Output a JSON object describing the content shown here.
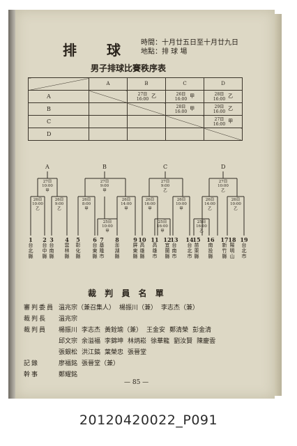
{
  "header": {
    "title": "排 球",
    "time_label": "時間：",
    "time_value": "十月廿五日至十月廿九日",
    "place_label": "地點：",
    "place_value": "排 球 場"
  },
  "table_title": "男子排球比賽秩序表",
  "schedule": {
    "columns": [
      "A",
      "B",
      "C",
      "D"
    ],
    "rows": [
      {
        "label": "A",
        "cells": [
          null,
          {
            "date": "27日",
            "time": "16:00",
            "mark": "乙"
          },
          {
            "date": "26日",
            "time": "16:00",
            "mark": "甲"
          },
          {
            "date": "28日",
            "time": "16:00",
            "mark": "乙"
          }
        ]
      },
      {
        "label": "B",
        "cells": [
          null,
          null,
          {
            "date": "28日",
            "time": "16:00",
            "mark": "甲"
          },
          {
            "date": "29日",
            "time": "16:00",
            "mark": "乙"
          }
        ]
      },
      {
        "label": "C",
        "cells": [
          null,
          null,
          null,
          {
            "date": "27日",
            "time": "16:00",
            "mark": "甲"
          }
        ]
      },
      {
        "label": "D",
        "cells": [
          null,
          null,
          null,
          null
        ]
      }
    ]
  },
  "bracket": {
    "groups": [
      "A",
      "B",
      "C",
      "D"
    ],
    "final_labels": [
      {
        "date": "27日",
        "time": "10:00",
        "mark": "甲"
      },
      {
        "date": "27日",
        "time": "9:00",
        "mark": "甲"
      },
      {
        "date": "27日",
        "time": "9:00",
        "mark": "乙"
      },
      {
        "date": "27日",
        "time": "10:00",
        "mark": "乙"
      }
    ],
    "round1_labels": [
      {
        "date": "26日",
        "time": "10:00",
        "mark": "乙"
      },
      {
        "date": "26日",
        "time": "9:00",
        "mark": "乙"
      },
      {
        "date": "26日",
        "time": "8:00",
        "mark": "甲"
      },
      {
        "date": "26日",
        "time": "14:00",
        "mark": "甲"
      },
      {
        "date": "26日",
        "time": "16:00",
        "mark": "甲"
      },
      {
        "date": "26日",
        "time": "10:00",
        "mark": "甲"
      },
      {
        "date": "26日",
        "time": "14:00",
        "mark": "乙"
      },
      {
        "date": "26日",
        "time": "10:00",
        "mark": "乙"
      }
    ],
    "prelim_labels": [
      {
        "date": "25日",
        "time": "10:00",
        "mark": "甲"
      },
      {
        "date": "25日",
        "time": "16:00",
        "mark": "甲"
      },
      {
        "date": "25日",
        "time": "16:00",
        "mark": "乙"
      }
    ]
  },
  "teams": [
    {
      "num": "1",
      "name": "台北縣"
    },
    {
      "num": "2",
      "name": "台中縣"
    },
    {
      "num": "3",
      "name": "台南縣"
    },
    {
      "num": "4",
      "name": "雲林縣"
    },
    {
      "num": "5",
      "name": "彰化縣"
    },
    {
      "num": "6",
      "name": "台東縣"
    },
    {
      "num": "7",
      "name": "基隆市"
    },
    {
      "num": "8",
      "name": "澎湖縣"
    },
    {
      "num": "9",
      "name": "屏東縣"
    },
    {
      "num": "10",
      "name": "高雄縣"
    },
    {
      "num": "11",
      "name": "高雄市"
    },
    {
      "num": "12",
      "name": "宜蘭縣"
    },
    {
      "num": "13",
      "name": "台南市"
    },
    {
      "num": "14",
      "name": "台北市"
    },
    {
      "num": "15",
      "name": "苗栗縣"
    },
    {
      "num": "16",
      "name": "南投縣"
    },
    {
      "num": "17",
      "name": "新竹縣"
    },
    {
      "num": "18",
      "name": "陽明山"
    },
    {
      "num": "19",
      "name": "台北市"
    }
  ],
  "officials": {
    "title": "裁 判 員 名 單",
    "rows": [
      {
        "role": "審判委員",
        "names": [
          "溫兆宗（兼召集人）",
          "楊振川（兼）",
          "李志杰（兼）"
        ]
      },
      {
        "role": "裁判長",
        "names": [
          "溫兆宗"
        ]
      },
      {
        "role": "裁判員",
        "names": [
          "楊振川",
          "李志杰",
          "黃銓瑜（兼）",
          "王金安",
          "鄭清榮",
          "彭金清"
        ]
      },
      {
        "role": "",
        "names": [
          "邱文宗",
          "余溢福",
          "李錦坤",
          "林炳崧",
          "徐華龍",
          "劉汝賢",
          "陳慶雲"
        ]
      },
      {
        "role": "",
        "names": [
          "張銀松",
          "洪江鎬",
          "葉榮忠",
          "張晉堂"
        ]
      },
      {
        "role": "記錄",
        "names": [
          "廖福銘",
          "張晉堂（兼）"
        ]
      },
      {
        "role": "幹事",
        "names": [
          "鄭耀銘"
        ]
      }
    ]
  },
  "page_number": "— 85 —",
  "caption": "20120420022_P091"
}
